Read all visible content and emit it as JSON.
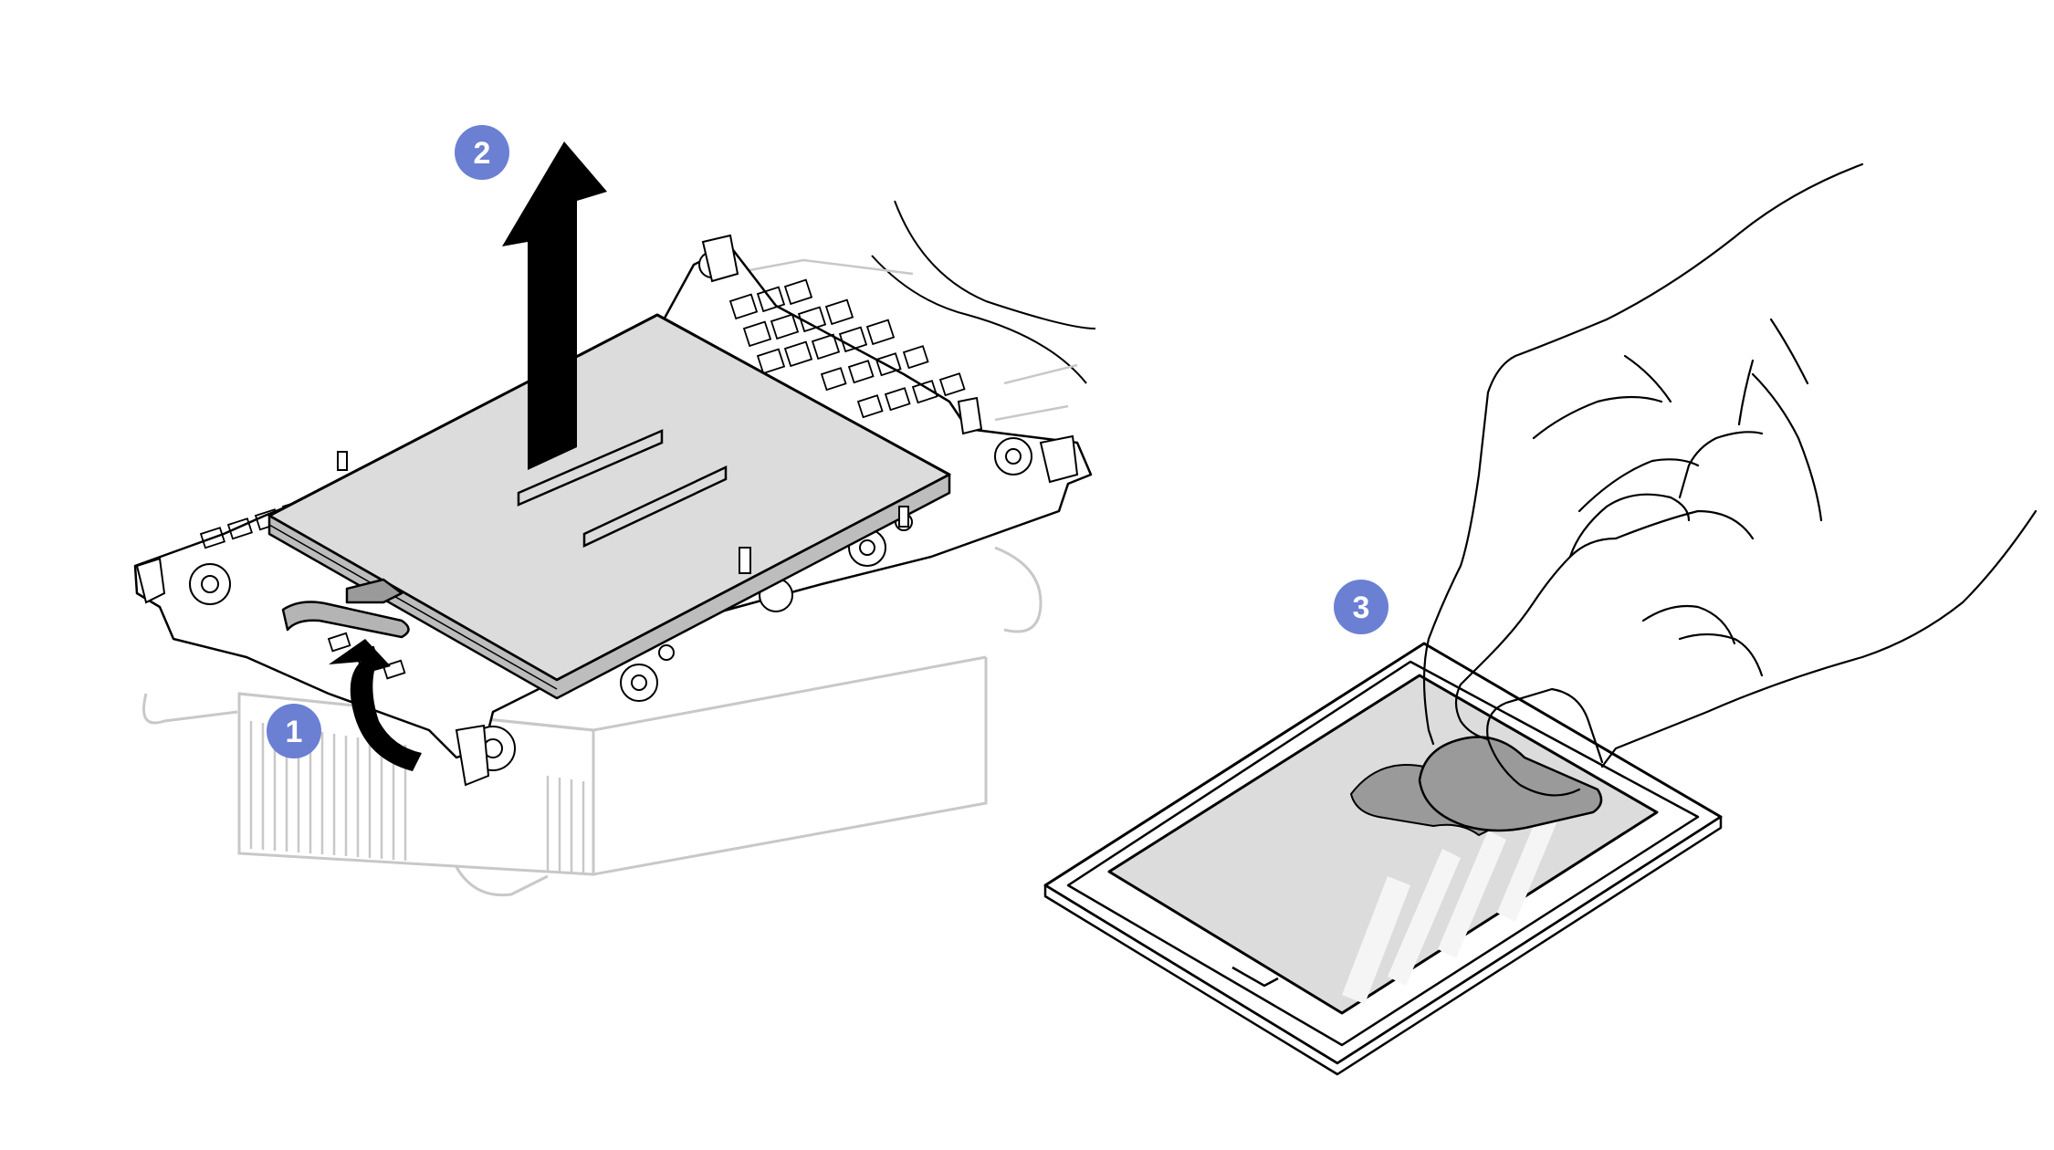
{
  "figure": {
    "steps": [
      {
        "number": "1",
        "action": "lift-handle"
      },
      {
        "number": "2",
        "action": "lift-processor-carrier"
      },
      {
        "number": "3",
        "action": "wipe-thermal-grease"
      }
    ]
  },
  "colors": {
    "callout_fill": "#6b7fd3",
    "line": "#000000",
    "faint_line": "#c8c8c8",
    "part_gray": "#dcdcdc",
    "grease_gray": "#9a9a9a",
    "background": "#ffffff"
  },
  "icons": [
    "step-callout-icon",
    "lift-arrow-icon",
    "rotate-arrow-icon"
  ]
}
